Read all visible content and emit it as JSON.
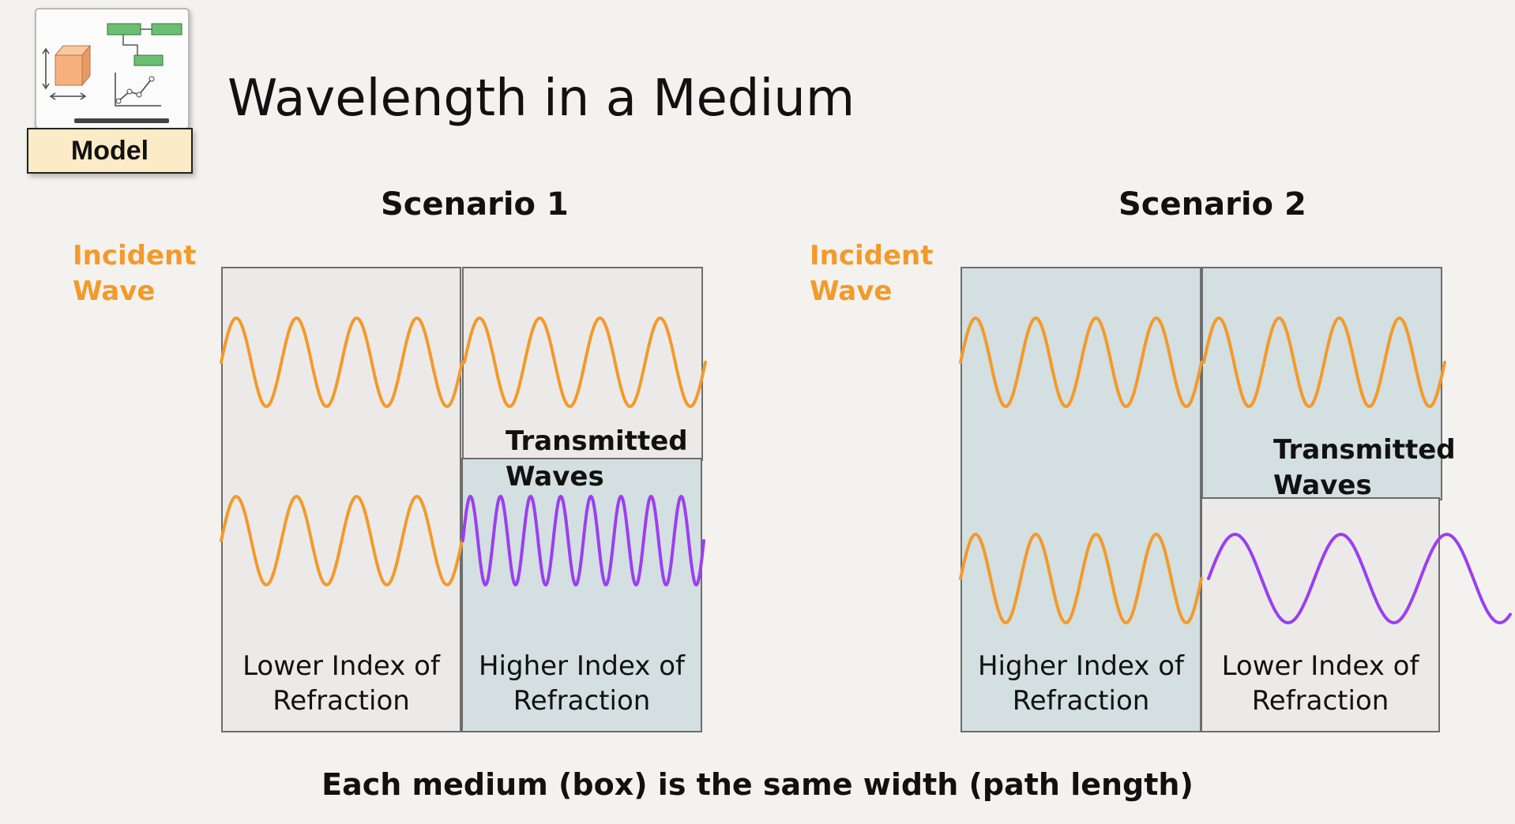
{
  "page": {
    "title": "Wavelength in a Medium",
    "model_label": "Model",
    "footer_note": "Each medium (box) is the same width (path length)"
  },
  "scenarios": [
    {
      "title": "Scenario 1",
      "incident_line1": "Incident",
      "incident_line2": "Wave",
      "transmitted_line1": "Transmitted",
      "transmitted_line2": "Waves",
      "left_medium": {
        "line1": "Lower Index of",
        "line2": "Refraction"
      },
      "right_medium": {
        "line1": "Higher Index of",
        "line2": "Refraction"
      }
    },
    {
      "title": "Scenario 2",
      "incident_line1": "Incident",
      "incident_line2": "Wave",
      "transmitted_line1": "Transmitted",
      "transmitted_line2": "Waves",
      "left_medium": {
        "line1": "Higher Index of",
        "line2": "Refraction"
      },
      "right_medium": {
        "line1": "Lower Index of",
        "line2": "Refraction"
      }
    }
  ],
  "colors": {
    "incident_wave": "#f39a2b",
    "transmitted_wave": "#9b3ff0",
    "incident_label": "#f39a2b",
    "lower_index_box": "#ebeae8",
    "higher_index_box": "#d3dfe1"
  },
  "wave_cycles": {
    "incident_per_box": 4,
    "scenario1_transmitted_per_box": 8,
    "scenario2_transmitted_per_box": 2.5
  }
}
